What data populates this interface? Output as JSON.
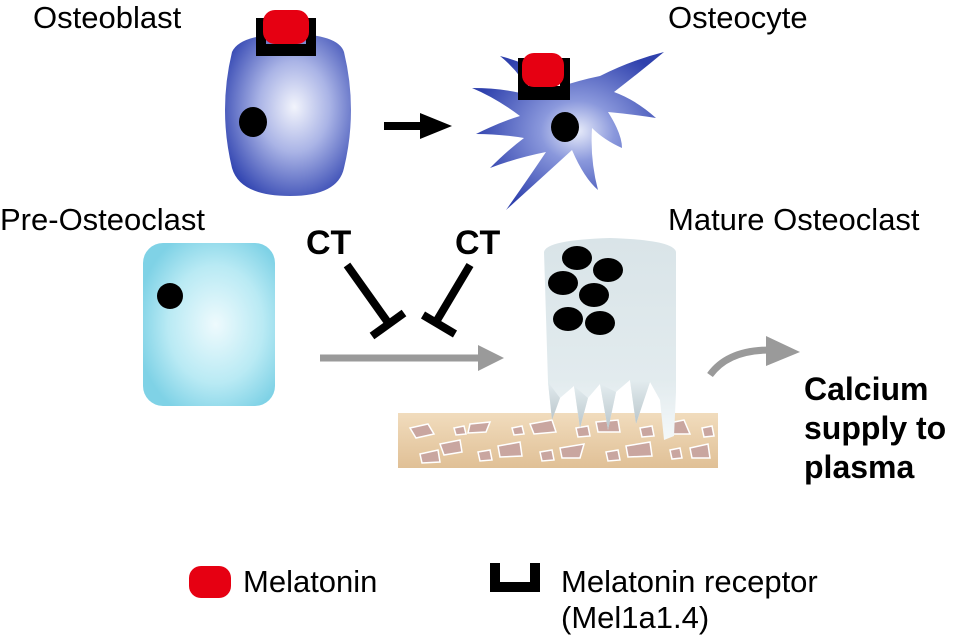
{
  "labels": {
    "osteoblast": "Osteoblast",
    "osteocyte": "Osteocyte",
    "pre_osteoclast": "Pre-Osteoclast",
    "mature_osteoclast": "Mature Osteoclast",
    "ct_left": "CT",
    "ct_right": "CT"
  },
  "outcome": {
    "line1": "Calcium",
    "line2": "supply to",
    "line3": "plasma"
  },
  "legend": {
    "melatonin": "Melatonin",
    "receptor_line1": "Melatonin receptor",
    "receptor_line2": "(Mel1a1.4)"
  },
  "colors": {
    "melatonin": "#e60012",
    "receptor": "#000000",
    "osteoblast": "#4a5cc0",
    "osteocyte": "#3e4fb8",
    "pre_osteoclast": "#8fdcec",
    "mature_osteoclast": "#dfe9ec",
    "bone": "#e6c8a0",
    "grey_arrow": "#9a9a9a"
  }
}
